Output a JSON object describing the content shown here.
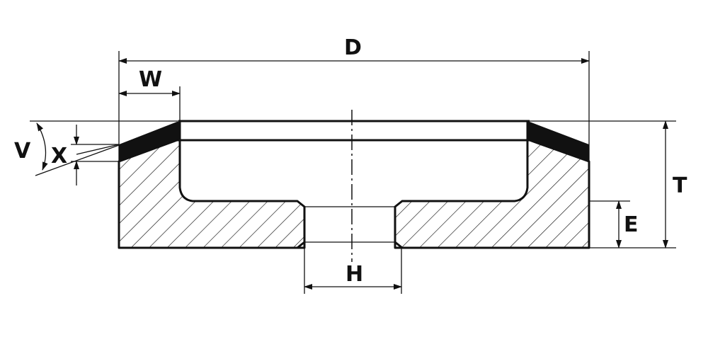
{
  "labels": {
    "d": "D",
    "w": "W",
    "v": "V",
    "x": "X",
    "t": "T",
    "e": "E",
    "h": "H"
  },
  "colors": {
    "line": "#111111",
    "background": "#ffffff"
  }
}
